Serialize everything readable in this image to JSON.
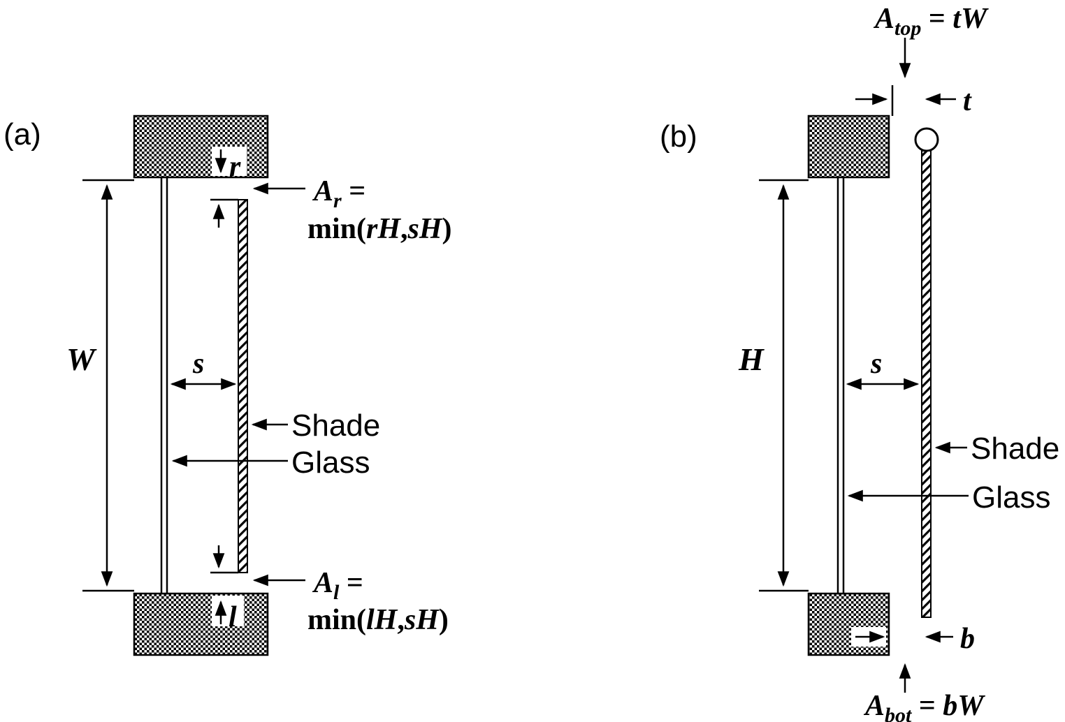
{
  "colors": {
    "ink": "#000000",
    "paper": "#ffffff"
  },
  "panel_a": {
    "label": "(a)",
    "width_label": "W",
    "r_label": "r",
    "l_label": "l",
    "s_label": "s",
    "shade_label": "Shade",
    "glass_label": "Glass",
    "area_right": {
      "var": "A",
      "sub": "r",
      "equals": " =",
      "fn": "min(",
      "arg1": "rH",
      "comma": ",",
      "arg2": "sH",
      "close": ")"
    },
    "area_left": {
      "var": "A",
      "sub": "l",
      "equals": " =",
      "fn": "min(",
      "arg1": "lH",
      "comma": ",",
      "arg2": "sH",
      "close": ")"
    }
  },
  "panel_b": {
    "label": "(b)",
    "height_label": "H",
    "t_label": "t",
    "b_label": "b",
    "s_label": "s",
    "shade_label": "Shade",
    "glass_label": "Glass",
    "area_top": {
      "var": "A",
      "sub": "top",
      "equals": " = ",
      "value": "tW"
    },
    "area_bottom": {
      "var": "A",
      "sub": "bot",
      "equals": " = ",
      "value": "bW"
    }
  }
}
